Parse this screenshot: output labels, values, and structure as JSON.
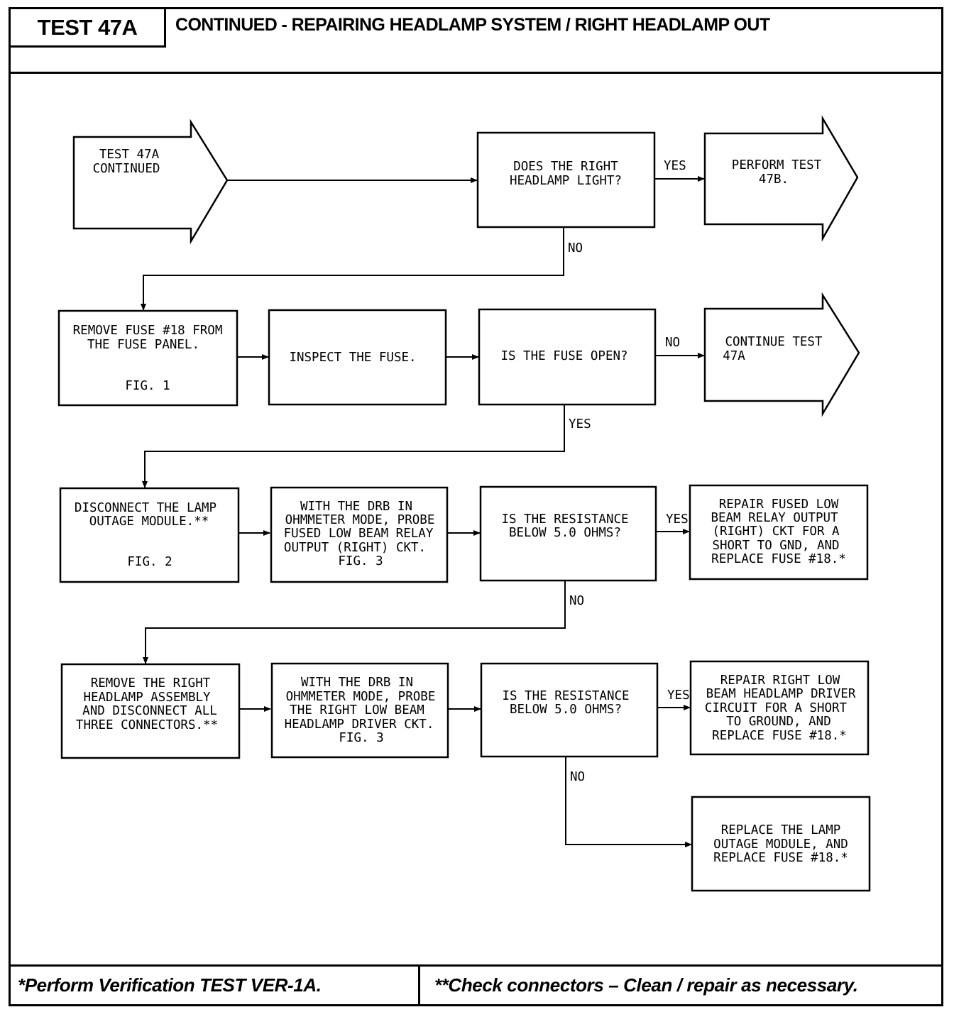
{
  "header": {
    "test_id": "TEST 47A",
    "title": "CONTINUED - REPAIRING HEADLAMP SYSTEM / RIGHT HEADLAMP OUT"
  },
  "flowchart": {
    "start": [
      "TEST 47A",
      "CONTINUED"
    ],
    "q_right_light": [
      "DOES THE RIGHT",
      "HEADLAMP LIGHT?"
    ],
    "perform_47b": [
      "PERFORM TEST",
      "47B."
    ],
    "remove_fuse": [
      "REMOVE FUSE #18 FROM",
      "THE FUSE PANEL.",
      "",
      "FIG. 1"
    ],
    "inspect_fuse": [
      "INSPECT THE FUSE."
    ],
    "q_fuse_open": [
      "IS THE FUSE OPEN?"
    ],
    "continue_47a": [
      "CONTINUE TEST",
      "47A"
    ],
    "disconnect_module": [
      "DISCONNECT THE LAMP",
      "OUTAGE MODULE.**",
      "",
      "FIG. 2"
    ],
    "probe_relay": [
      "WITH THE DRB IN",
      "OHMMETER MODE, PROBE",
      "FUSED LOW BEAM RELAY",
      "OUTPUT (RIGHT) CKT.",
      "FIG. 3"
    ],
    "q_resistance_1": [
      "IS THE RESISTANCE",
      "BELOW 5.0 OHMS?"
    ],
    "repair_relay": [
      "REPAIR FUSED LOW",
      "BEAM RELAY OUTPUT",
      "(RIGHT) CKT FOR A",
      "SHORT TO GND, AND",
      "REPLACE FUSE #18.*"
    ],
    "remove_headlamp": [
      "REMOVE THE RIGHT",
      "HEADLAMP ASSEMBLY",
      "AND DISCONNECT ALL",
      "THREE CONNECTORS.**"
    ],
    "probe_driver": [
      "WITH THE DRB IN",
      "OHMMETER MODE, PROBE",
      "THE RIGHT LOW BEAM",
      "HEADLAMP DRIVER CKT.",
      "FIG. 3"
    ],
    "q_resistance_2": [
      "IS THE RESISTANCE",
      "BELOW 5.0 OHMS?"
    ],
    "repair_driver": [
      "REPAIR RIGHT LOW",
      "BEAM HEADLAMP DRIVER",
      "CIRCUIT FOR A SHORT",
      "TO GROUND, AND",
      "REPLACE FUSE #18.*"
    ],
    "replace_module": [
      "REPLACE THE LAMP",
      "OUTAGE MODULE, AND",
      "REPLACE FUSE #18.*"
    ],
    "labels": {
      "yes_1": "YES",
      "no_1": "NO",
      "no_2": "NO",
      "yes_2": "YES",
      "yes_3": "YES",
      "no_3": "NO",
      "yes_4": "YES",
      "no_4": "NO"
    }
  },
  "footer": {
    "left": "*Perform Verification TEST VER-1A.",
    "right": "**Check connectors – Clean / repair as necessary."
  }
}
